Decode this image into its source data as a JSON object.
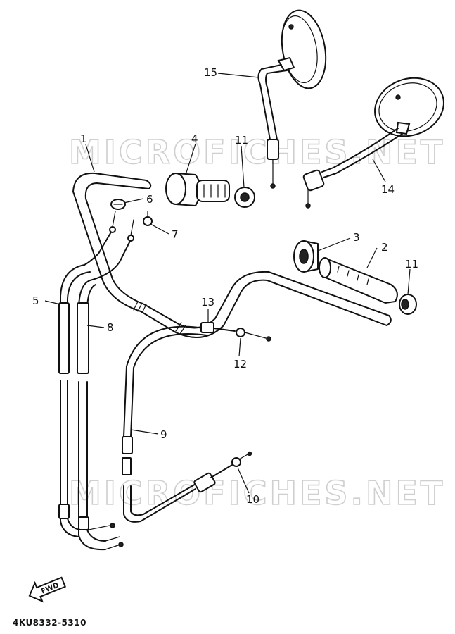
{
  "watermark": "MICROFICHES.NET",
  "part_number_code": "4KU8332-5310",
  "fwd_label": "FWD",
  "callouts": [
    {
      "id": "1",
      "label": "1"
    },
    {
      "id": "2",
      "label": "2"
    },
    {
      "id": "3",
      "label": "3"
    },
    {
      "id": "4",
      "label": "4"
    },
    {
      "id": "5",
      "label": "5"
    },
    {
      "id": "6",
      "label": "6"
    },
    {
      "id": "7",
      "label": "7"
    },
    {
      "id": "8",
      "label": "8"
    },
    {
      "id": "9",
      "label": "9"
    },
    {
      "id": "10",
      "label": "10"
    },
    {
      "id": "11a",
      "label": "11"
    },
    {
      "id": "11b",
      "label": "11"
    },
    {
      "id": "12",
      "label": "12"
    },
    {
      "id": "13",
      "label": "13"
    },
    {
      "id": "14",
      "label": "14"
    },
    {
      "id": "15",
      "label": "15"
    }
  ]
}
